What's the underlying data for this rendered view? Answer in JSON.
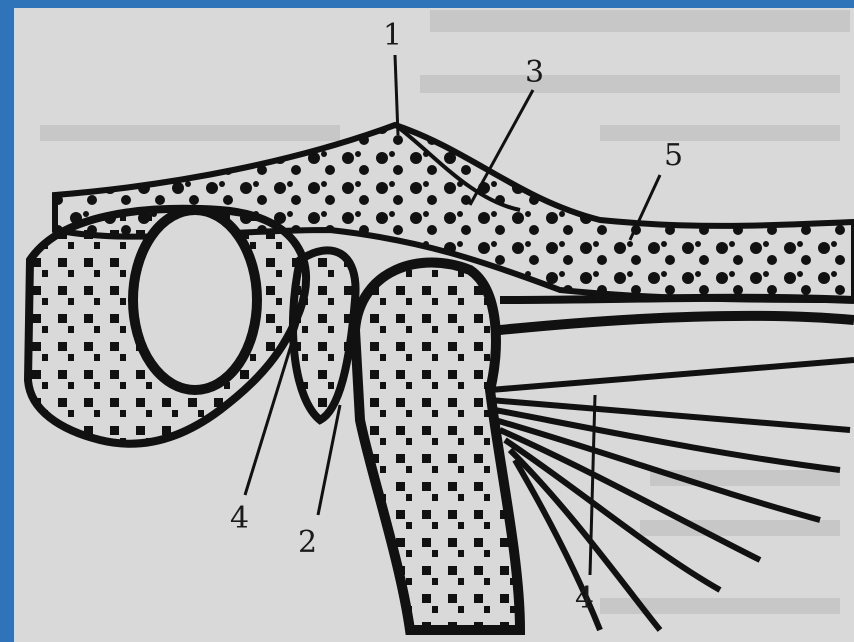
{
  "labels": [
    {
      "id": "label-1-top",
      "text": "1"
    },
    {
      "id": "label-3",
      "text": "3"
    },
    {
      "id": "label-5",
      "text": "5"
    },
    {
      "id": "label-4-left",
      "text": "4"
    },
    {
      "id": "label-2",
      "text": "2"
    },
    {
      "id": "label-4-bottom",
      "text": "4"
    }
  ]
}
